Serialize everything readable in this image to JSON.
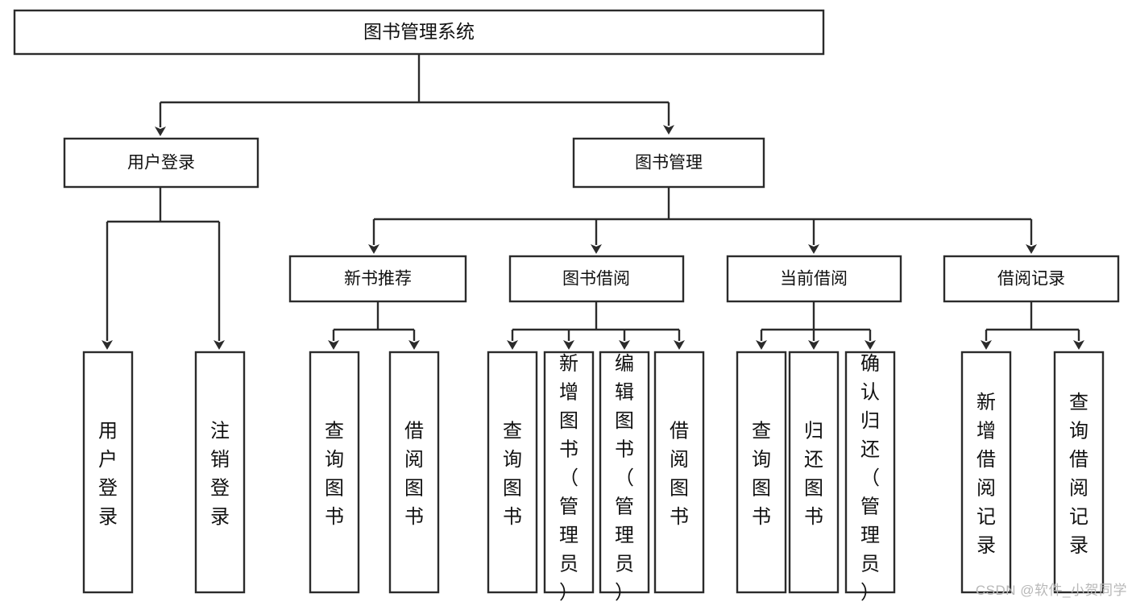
{
  "diagram": {
    "type": "tree-hierarchy",
    "title": "图书管理系统",
    "root": {
      "label": "图书管理系统"
    },
    "level1": [
      {
        "label": "用户登录"
      },
      {
        "label": "图书管理"
      }
    ],
    "level2": [
      {
        "label": "新书推荐"
      },
      {
        "label": "图书借阅"
      },
      {
        "label": "当前借阅"
      },
      {
        "label": "借阅记录"
      }
    ],
    "leaves": {
      "user_login": [
        "用户登录",
        "注销登录"
      ],
      "new_book": [
        "查询图书",
        "借阅图书"
      ],
      "book_borrow": [
        "查询图书",
        "新增图书（管理员）",
        "编辑图书（管理员）",
        "借阅图书"
      ],
      "current_borrow": [
        "查询图书",
        "归还图书",
        "确认归还（管理员）"
      ],
      "borrow_record": [
        "新增借阅记录",
        "查询借阅记录"
      ]
    }
  },
  "watermark": {
    "text": "CSDN @软件_小贺同学"
  },
  "colors": {
    "stroke": "#2b2b2b",
    "fill": "#ffffff",
    "text": "#111111",
    "watermark": "#b8b8b8"
  }
}
